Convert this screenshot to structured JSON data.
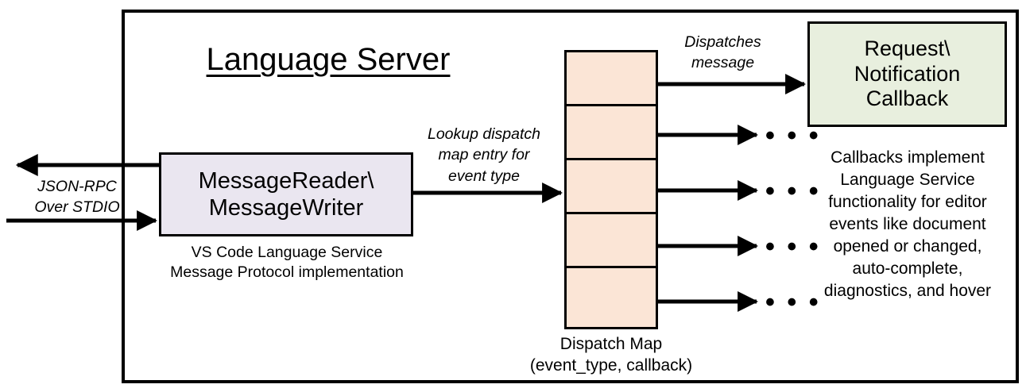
{
  "diagram": {
    "title": "Language Server",
    "frame_name": "language-server-boundary"
  },
  "external_io": {
    "label": "JSON-RPC\nOver STDIO",
    "label_line1": "JSON-RPC",
    "label_line2": "Over STDIO",
    "outbound_arrow": "arrow pointing left out of server",
    "inbound_arrow": "arrow pointing right into server"
  },
  "message_io": {
    "box_line1": "MessageReader\\",
    "box_line2": "MessageWriter",
    "caption_line1": "VS Code Language Service",
    "caption_line2": "Message Protocol implementation"
  },
  "lookup_edge": {
    "label_line1": "Lookup dispatch",
    "label_line2": "map entry for",
    "label_line3": "event type"
  },
  "dispatch_map": {
    "caption_line1": "Dispatch Map",
    "caption_line2": "(event_type, callback)",
    "entries": [
      {
        "index": 0,
        "dot": "dispatch-entry-dot"
      },
      {
        "index": 1,
        "dot": "dispatch-entry-dot"
      },
      {
        "index": 2,
        "dot": "dispatch-entry-dot"
      },
      {
        "index": 3,
        "dot": "dispatch-entry-dot"
      },
      {
        "index": 4,
        "dot": "dispatch-entry-dot"
      }
    ]
  },
  "dispatch_edge": {
    "label_line1": "Dispatches",
    "label_line2": "message"
  },
  "callback": {
    "box_line1": "Request\\",
    "box_line2": "Notification",
    "box_line3": "Callback",
    "description_line1": "Callbacks implement",
    "description_line2": "Language Service",
    "description_line3": "functionality for editor",
    "description_line4": "events like document",
    "description_line5": "opened or changed,",
    "description_line6": "auto-complete,",
    "description_line7": "diagnostics, and hover"
  },
  "ellipses": {
    "glyph": "• • •",
    "count": 4
  },
  "colors": {
    "message_box_fill": "#EAE6F0",
    "dispatch_map_fill": "#FBE5D6",
    "callback_fill": "#E8EFDE",
    "stroke": "#000000",
    "background": "#FFFFFF"
  }
}
